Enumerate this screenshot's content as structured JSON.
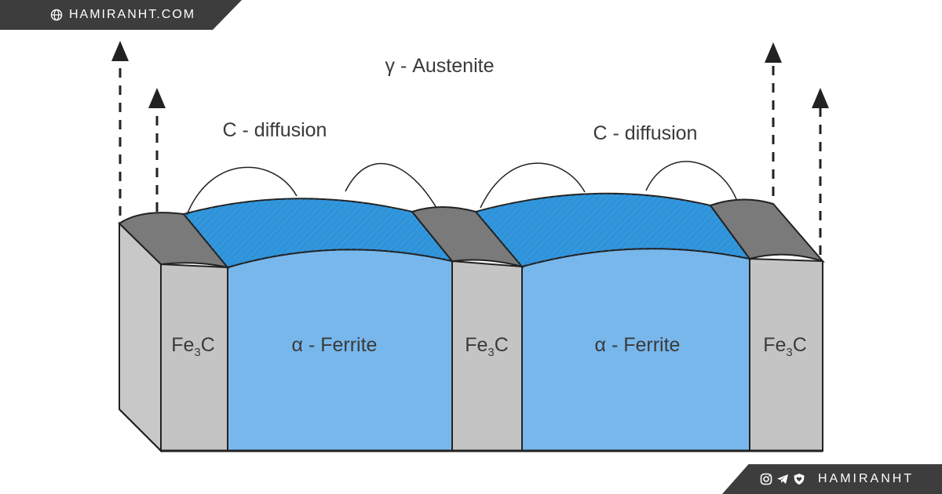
{
  "branding": {
    "top_site": "HAMIRANHT.COM",
    "bottom_handle": "HAMIRANHT",
    "top_icon": "globe-icon",
    "bottom_icons": [
      "instagram-icon",
      "telegram-icon",
      "heart-shield-icon"
    ]
  },
  "diagram": {
    "austenite_label": "γ - Austenite",
    "diffusion_labels": [
      "C - diffusion",
      "C - diffusion"
    ],
    "cementite_labels": [
      {
        "main": "Fe",
        "sub": "3",
        "tail": "C"
      },
      {
        "main": "Fe",
        "sub": "3",
        "tail": "C"
      },
      {
        "main": "Fe",
        "sub": "3",
        "tail": "C"
      }
    ],
    "ferrite_labels": [
      "α - Ferrite",
      "α - Ferrite"
    ]
  },
  "colors": {
    "ferrite": "#78b7ec",
    "ferrite_top": "#2f93da",
    "cementite_front": "#c4c4c4",
    "cementite_top": "#7a7a7a",
    "side_face": "#c8c8c8",
    "banner": "#3d3d3d"
  }
}
